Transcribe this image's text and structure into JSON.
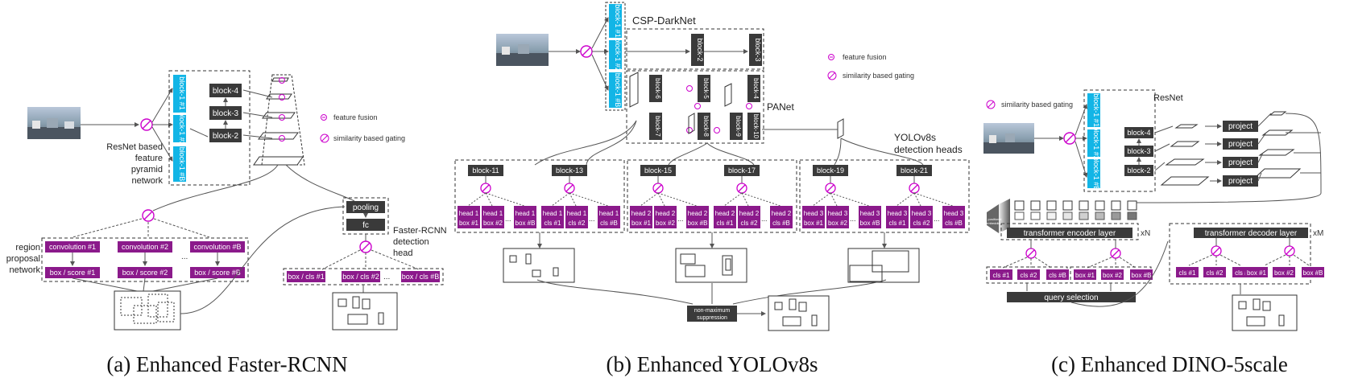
{
  "panel_a": {
    "backbone_label": "ResNet based feature pyramid network",
    "backbone_lines": [
      "ResNet based",
      "feature",
      "pyramid",
      "network"
    ],
    "cyan_blocks": [
      "block-1 #1",
      "block-1 #2",
      "block-1 #B"
    ],
    "dark_blocks": [
      "block-4",
      "block-3",
      "block-2"
    ],
    "legend_fusion": "feature fusion",
    "legend_gating": "similarity based gating",
    "rpn_lines": [
      "region",
      "proposal",
      "network"
    ],
    "conv_boxes": [
      "convolution #1",
      "convolution #2",
      "convolution #B"
    ],
    "score_boxes": [
      "box / score #1",
      "box / score #2",
      "box / score #B"
    ],
    "ellipsis": "...",
    "pooling": "pooling",
    "fc": "fc",
    "head_lines": [
      "Faster-RCNN",
      "detection",
      "head"
    ],
    "cls_boxes": [
      "box / cls #1",
      "box / cls #2",
      "box / cls #B"
    ],
    "caption": "(a) Enhanced Faster-RCNN"
  },
  "panel_b": {
    "csp_label": "CSP-DarkNet",
    "cyan_blocks": [
      "block-1 #1",
      "block-1 #2",
      "block-1 #B"
    ],
    "csp_blocks": [
      "block-2",
      "block-3"
    ],
    "panet_blocks": [
      "block-6",
      "block-5",
      "block-4",
      "block-7",
      "block-8",
      "block-9",
      "block-10"
    ],
    "panet_label": "PANet",
    "legend_fusion": "feature fusion",
    "legend_gating": "similarity based gating",
    "head_title_lines": [
      "YOLOv8s",
      "detection heads"
    ],
    "head_blocks": [
      "block-11",
      "block-13",
      "block-15",
      "block-17",
      "block-19",
      "block-21"
    ],
    "head_groups": [
      [
        [
          "head 1",
          "box #1"
        ],
        [
          "head 1",
          "box #2"
        ],
        [
          "head 1",
          "box #B"
        ],
        [
          "head 1",
          "cls #1"
        ],
        [
          "head 1",
          "cls #2"
        ],
        [
          "head 1",
          "cls #B"
        ]
      ],
      [
        [
          "head 2",
          "box #1"
        ],
        [
          "head 2",
          "box #2"
        ],
        [
          "head 2",
          "box #B"
        ],
        [
          "head 2",
          "cls #1"
        ],
        [
          "head 2",
          "cls #2"
        ],
        [
          "head 2",
          "cls #B"
        ]
      ],
      [
        [
          "head 3",
          "box #1"
        ],
        [
          "head 3",
          "box #2"
        ],
        [
          "head 3",
          "box #B"
        ],
        [
          "head 3",
          "cls #1"
        ],
        [
          "head 3",
          "cls #2"
        ],
        [
          "head 3",
          "cls #B"
        ]
      ]
    ],
    "ellipsis": "...",
    "nms_lines": [
      "non-maximum",
      "suppression"
    ],
    "caption": "(b) Enhanced YOLOv8s"
  },
  "panel_c": {
    "legend_gating": "similarity based gating",
    "resnet_label": "ResNet",
    "cyan_blocks": [
      "block-1 #1",
      "block-1 #2",
      "block-1 #B"
    ],
    "dark_blocks": [
      "block-4",
      "block-3",
      "block-2"
    ],
    "project_boxes": [
      "project",
      "project",
      "project",
      "project"
    ],
    "pos_embed_lines": [
      "positional",
      "embeddings"
    ],
    "encoder": "transformer encoder layer",
    "encoder_repeat": "xN",
    "decoder": "transformer decoder layer",
    "decoder_repeat": "xM",
    "enc_cls": [
      "cls #1",
      "cls #2",
      "cls #B"
    ],
    "enc_box": [
      "box #1",
      "box #2",
      "box #B"
    ],
    "dec_cls": [
      "cls #1",
      "cls #2",
      "cls #B"
    ],
    "dec_box": [
      "box #1",
      "box #2",
      "box #B"
    ],
    "query_selection": "query selection",
    "caption": "(c) Enhanced DINO-5scale"
  },
  "colors": {
    "cyan": "#12b5e6",
    "purple": "#8b1a8b",
    "dark": "#3a3a3a",
    "gate": "#cc00cc"
  }
}
